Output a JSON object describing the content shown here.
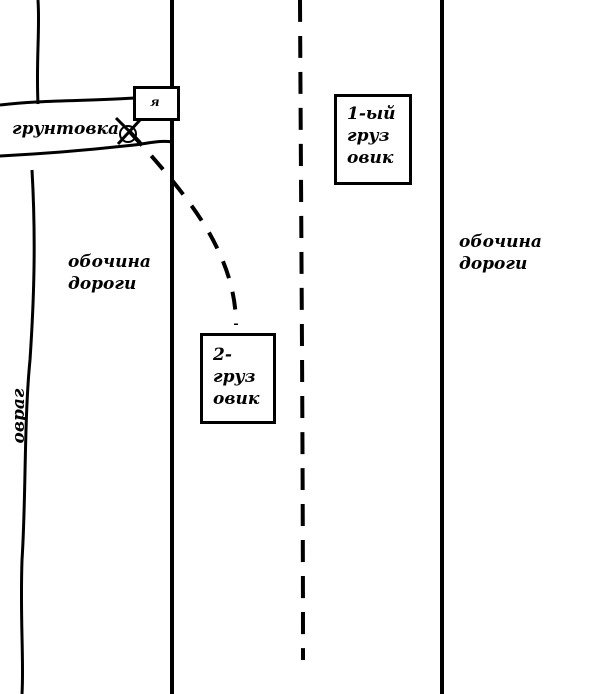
{
  "labels": {
    "dirt_road": "грунтовка",
    "shoulder_left": [
      "обочина",
      "дороги"
    ],
    "shoulder_right": [
      "обочина",
      "дороги"
    ],
    "ravine": "овраг",
    "me": "я"
  },
  "trucks": {
    "truck1": [
      "1-ый",
      "груз",
      "овик"
    ],
    "truck2": [
      "2-",
      "груз",
      "овик"
    ]
  },
  "colors": {
    "ink": "#000000",
    "paper": "#ffffff"
  }
}
